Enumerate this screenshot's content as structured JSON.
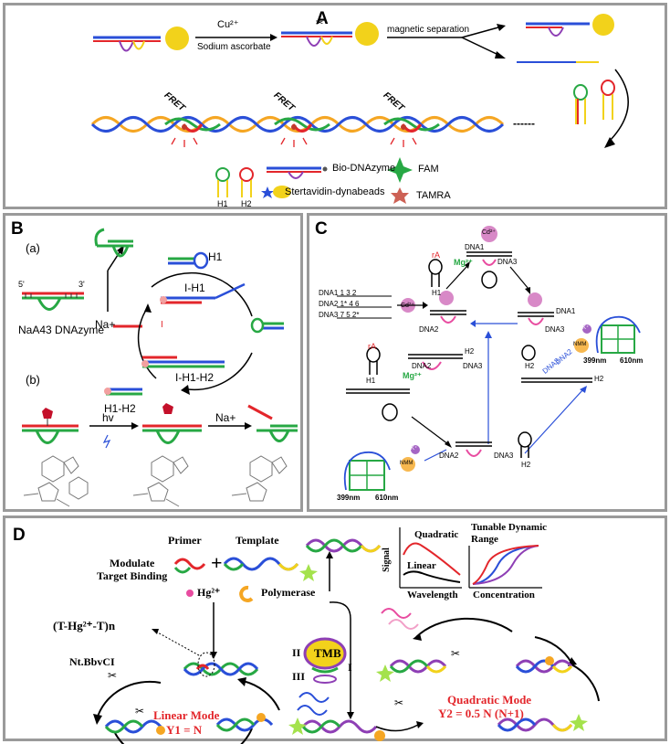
{
  "panel_a": {
    "label": "A",
    "arrow1_top": "Cu²⁺",
    "arrow1_bottom": "Sodium ascorbate",
    "arrow2_label": "magnetic separation",
    "fret_label": "FRET",
    "dashes": "------",
    "legend": {
      "h1": "H1",
      "h2": "H2",
      "bio": "Bio-DNAzyme",
      "beads": "Stertavidin-dynabeads",
      "fam": "FAM",
      "tamra": "TAMRA"
    }
  },
  "panel_b": {
    "label": "B",
    "sub_a": "(a)",
    "sub_b": "(b)",
    "na_plus": "Na+",
    "dnazyme": "NaA43 DNAzyme",
    "h1": "H1",
    "i_h1": "I-H1",
    "i_h1_h2": "I-H1-H2",
    "h1_h2": "H1-H2",
    "hv": "hv",
    "na_plus_b": "Na+",
    "i": "I",
    "five": "5'",
    "three": "3'"
  },
  "panel_c": {
    "label": "C",
    "dna1": "DNA1",
    "dna2": "DNA2",
    "dna3": "DNA3",
    "cd": "Cd²⁺",
    "mg": "Mg²⁺",
    "ra": "rA",
    "h1": "H1",
    "h2": "H2",
    "nmm": "NMM",
    "k": "K⁺",
    "nm399": "399nm",
    "nm610": "610nm",
    "row1": "DNA1 1 3 2",
    "row2": "DNA2 1* 4 6",
    "row3": "DNA3 7 5 2*"
  },
  "panel_d": {
    "label": "D",
    "primer": "Primer",
    "template": "Template",
    "modulate": "Modulate",
    "target_binding": "Target Binding",
    "hg": "Hg²⁺",
    "polymerase": "Polymerase",
    "thgt": "(T-Hg²⁺-T)n",
    "nt": "Nt.BbvCI",
    "linear_mode": "Linear Mode",
    "y1": "Y1 = N",
    "quadratic_mode": "Quadratic Mode",
    "y2": "Y2 = 0.5 N (N+1)",
    "tmb": "TMB",
    "roman2": "II",
    "roman3": "III",
    "roman1": "I",
    "plot1": {
      "quadratic": "Quadratic",
      "linear": "Linear",
      "ylabel": "Signal",
      "xlabel": "Wavelength"
    },
    "plot2": {
      "title1": "Tunable Dynamic",
      "title2": "Range",
      "xlabel": "Concentration"
    }
  },
  "colors": {
    "panel_border": "#9a9a9a",
    "red": "#e3262b",
    "blue": "#2a4fd8",
    "green": "#27a844",
    "yellow": "#f2d21b",
    "orange": "#f5a623",
    "purple": "#8e3fb5",
    "pink": "#e84ca0"
  }
}
